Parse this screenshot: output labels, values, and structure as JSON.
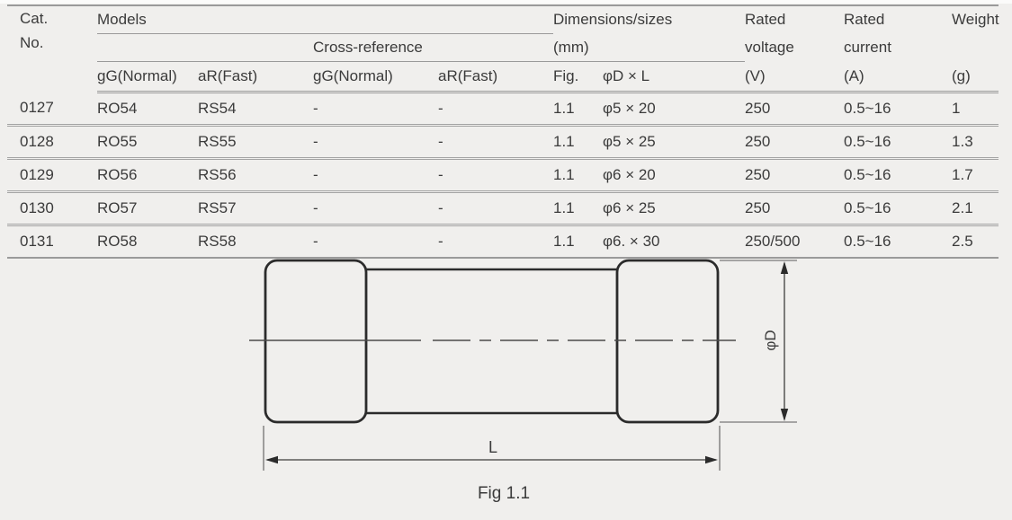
{
  "colors": {
    "background": "#f0efed",
    "text": "#3b3b3b",
    "rule": "#9a9a9a",
    "drawing": "#2b2b2b"
  },
  "table": {
    "header": {
      "cat_line1": "Cat.",
      "cat_line2": "No.",
      "models": "Models",
      "cross_reference": "Cross-reference",
      "dimensions_line1": "Dimensions/sizes",
      "dimensions_line2": "(mm)",
      "rated_voltage_line1": "Rated",
      "rated_voltage_line2": "voltage",
      "rated_voltage_line3": "(V)",
      "rated_current_line1": "Rated",
      "rated_current_line2": "current",
      "rated_current_line3": "(A)",
      "weight_line1": "Weight",
      "weight_line2": "(g)",
      "sub": [
        "gG(Normal)",
        "aR(Fast)",
        "gG(Normal)",
        "aR(Fast)",
        "Fig.",
        "φD × L"
      ]
    },
    "rows": [
      [
        "0127",
        "RO54",
        "RS54",
        "-",
        "-",
        "1.1",
        "φ5 × 20",
        "250",
        "0.5~16",
        "1"
      ],
      [
        "0128",
        "RO55",
        "RS55",
        "-",
        "-",
        "1.1",
        "φ5 × 25",
        "250",
        "0.5~16",
        "1.3"
      ],
      [
        "0129",
        "RO56",
        "RS56",
        "-",
        "-",
        "1.1",
        "φ6 × 20",
        "250",
        "0.5~16",
        "1.7"
      ],
      [
        "0130",
        "RO57",
        "RS57",
        "-",
        "-",
        "1.1",
        "φ6 × 25",
        "250",
        "0.5~16",
        "2.1"
      ],
      [
        "0131",
        "RO58",
        "RS58",
        "-",
        "-",
        "1.1",
        "φ6. × 30",
        "250/500",
        "0.5~16",
        "2.5"
      ]
    ]
  },
  "figure": {
    "diameter_label": "φD",
    "length_label": "L",
    "caption": "Fig 1.1"
  }
}
